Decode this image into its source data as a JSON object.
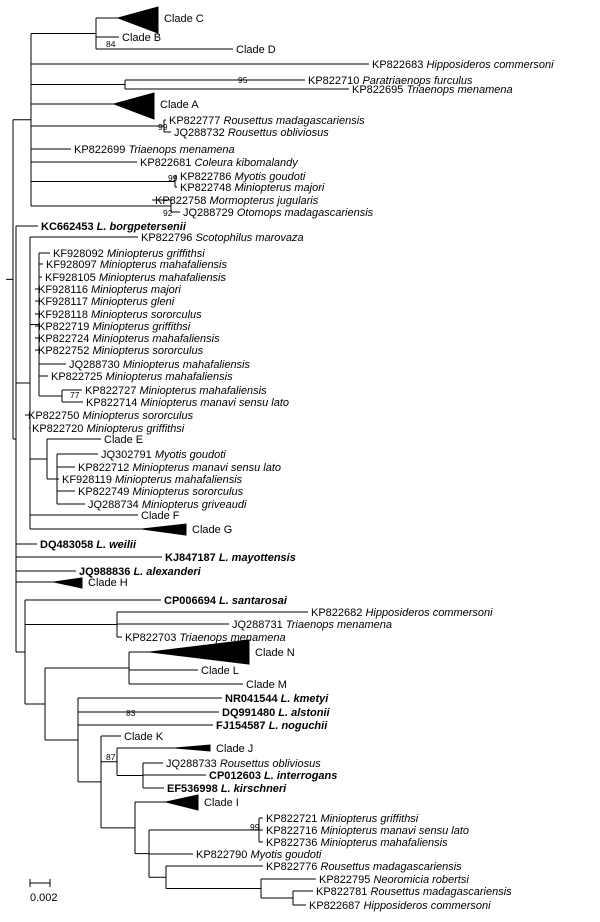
{
  "tree": {
    "leaves": [
      {
        "id": "cladeC",
        "collapsed": true,
        "label": "Clade C"
      },
      {
        "id": "cladeB",
        "label": "Clade B"
      },
      {
        "id": "cladeD",
        "label": "Clade D"
      },
      {
        "id": "l004",
        "acc": "KP822683",
        "species": "Hipposideros commersoni"
      },
      {
        "id": "l005",
        "acc": "KP822710",
        "species": "Paratriaenops furculus"
      },
      {
        "id": "l006",
        "acc": "KP822695",
        "species": "Triaenops menamena"
      },
      {
        "id": "cladeA",
        "collapsed": true,
        "label": "Clade A"
      },
      {
        "id": "l008",
        "acc": "KP822777",
        "species": "Rousettus madagascariensis"
      },
      {
        "id": "l009",
        "acc": "JQ288732",
        "species": "Rousettus obliviosus"
      },
      {
        "id": "l010",
        "acc": "KP822699",
        "species": "Triaenops menamena"
      },
      {
        "id": "l011",
        "acc": "KP822681",
        "species": "Coleura kibomalandy"
      },
      {
        "id": "l012",
        "acc": "KP822786",
        "species": "Myotis goudoti"
      },
      {
        "id": "l013",
        "acc": "KP822748",
        "species": "Miniopterus majori"
      },
      {
        "id": "l014",
        "acc": "KP822758",
        "species": "Mormopterus jugularis"
      },
      {
        "id": "l015",
        "acc": "JQ288729",
        "species": "Otomops madagascariensis"
      },
      {
        "id": "l016",
        "acc": "KC662453",
        "species": "L. borgpetersenii",
        "bold": true
      },
      {
        "id": "l017",
        "acc": "KP822796",
        "species": "Scotophilus marovaza"
      },
      {
        "id": "l018",
        "acc": "KF928092",
        "species": "Miniopterus griffithsi"
      },
      {
        "id": "l019",
        "acc": "KF928097",
        "species": "Miniopterus mahafaliensis"
      },
      {
        "id": "l020",
        "acc": "KF928105",
        "species": "Miniopterus mahafaliensis"
      },
      {
        "id": "l021",
        "acc": "KF928116",
        "species": "Miniopterus majori"
      },
      {
        "id": "l022",
        "acc": "KF928117",
        "species": "Miniopterus gleni"
      },
      {
        "id": "l023",
        "acc": "KF928118",
        "species": "Miniopterus sororculus"
      },
      {
        "id": "l024",
        "acc": "KP822719",
        "species": "Miniopterus griffithsi"
      },
      {
        "id": "l025",
        "acc": "KP822724",
        "species": "Miniopterus mahafaliensis"
      },
      {
        "id": "l026",
        "acc": "KP822752",
        "species": "Miniopterus sororculus"
      },
      {
        "id": "l027",
        "acc": "JQ288730",
        "species": "Miniopterus mahafaliensis"
      },
      {
        "id": "l028",
        "acc": "KP822725",
        "species": "Miniopterus mahafaliensis"
      },
      {
        "id": "l029",
        "acc": "KP822727",
        "species": "Miniopterus mahafaliensis"
      },
      {
        "id": "l030",
        "acc": "KP822714",
        "species": "Miniopterus manavi sensu lato"
      },
      {
        "id": "l031",
        "acc": "KP822750",
        "species": "Miniopterus sororculus"
      },
      {
        "id": "l032",
        "acc": "KP822720",
        "species": "Miniopterus griffithsi"
      },
      {
        "id": "cladeE",
        "label": "Clade E"
      },
      {
        "id": "l034",
        "acc": "JQ302791",
        "species": "Myotis goudoti"
      },
      {
        "id": "l035",
        "acc": "KP822712",
        "species": "Miniopterus manavi sensu lato"
      },
      {
        "id": "l036",
        "acc": "KF928119",
        "species": "Miniopterus mahafaliensis"
      },
      {
        "id": "l037",
        "acc": "KP822749",
        "species": "Miniopterus sororculus"
      },
      {
        "id": "l038",
        "acc": "JQ288734",
        "species": "Miniopterus griveaudi"
      },
      {
        "id": "cladeF",
        "label": "Clade F"
      },
      {
        "id": "cladeG",
        "collapsed": true,
        "label": "Clade G"
      },
      {
        "id": "l041",
        "acc": "DQ483058",
        "species": "L. weilii",
        "bold": true
      },
      {
        "id": "l042",
        "acc": "KJ847187",
        "species": "L. mayottensis",
        "bold": true
      },
      {
        "id": "l043",
        "acc": "JQ988836",
        "species": "L. alexanderi",
        "bold": true
      },
      {
        "id": "cladeH",
        "collapsed": true,
        "label": "Clade H"
      },
      {
        "id": "l045",
        "acc": "CP006694",
        "species": "L. santarosai",
        "bold": true
      },
      {
        "id": "l046",
        "acc": "KP822682",
        "species": "Hipposideros commersoni"
      },
      {
        "id": "l047",
        "acc": "JQ288731",
        "species": "Triaenops menamena"
      },
      {
        "id": "l048",
        "acc": "KP822703",
        "species": "Triaenops menamena"
      },
      {
        "id": "cladeN",
        "collapsed": true,
        "label": "Clade N"
      },
      {
        "id": "cladeL",
        "label": "Clade L"
      },
      {
        "id": "cladeM",
        "label": "Clade M"
      },
      {
        "id": "l052",
        "acc": "NR041544",
        "species": "L. kmetyi",
        "bold": true
      },
      {
        "id": "l053",
        "acc": "DQ991480",
        "species": "L. alstonii",
        "bold": true
      },
      {
        "id": "l054",
        "acc": "FJ154587",
        "species": "L. noguchii",
        "bold": true
      },
      {
        "id": "cladeK",
        "label": "Clade K"
      },
      {
        "id": "cladeJ",
        "collapsed": true,
        "label": "Clade J"
      },
      {
        "id": "l057",
        "acc": "JQ288733",
        "species": "Rousettus obliviosus"
      },
      {
        "id": "l058",
        "acc": "CP012603",
        "species": "L. interrogans",
        "bold": true
      },
      {
        "id": "l059",
        "acc": "EF536998",
        "species": "L. kirschneri",
        "bold": true
      },
      {
        "id": "cladeI",
        "collapsed": true,
        "label": "Clade I"
      },
      {
        "id": "l061",
        "acc": "KP822721",
        "species": "Miniopterus griffithsi"
      },
      {
        "id": "l062",
        "acc": "KP822716",
        "species": "Miniopterus manavi sensu lato"
      },
      {
        "id": "l063",
        "acc": "KP822736",
        "species": "Miniopterus mahafaliensis"
      },
      {
        "id": "l064",
        "acc": "KP822790",
        "species": "Myotis goudoti"
      },
      {
        "id": "l065",
        "acc": "KP822776",
        "species": "Rousettus madagascariensis"
      },
      {
        "id": "l066",
        "acc": "KP822795",
        "species": "Neoromicia robertsi"
      },
      {
        "id": "l067",
        "acc": "KP822781",
        "species": "Rousettus madagascariensis"
      },
      {
        "id": "l068",
        "acc": "KP822687",
        "species": "Hipposideros commersoni"
      }
    ],
    "bootstrap": [
      {
        "value": "84",
        "node": "CB"
      },
      {
        "value": "95",
        "node": "PT"
      },
      {
        "value": "99",
        "node": "R1"
      },
      {
        "value": "99",
        "node": "MM"
      },
      {
        "value": "92",
        "node": "MO"
      },
      {
        "value": "77",
        "node": "M3"
      },
      {
        "value": "83",
        "node": "AN"
      },
      {
        "value": "87",
        "node": "JI"
      },
      {
        "value": "99",
        "node": "MG"
      }
    ],
    "scale_bar": {
      "label": "0.002"
    }
  }
}
